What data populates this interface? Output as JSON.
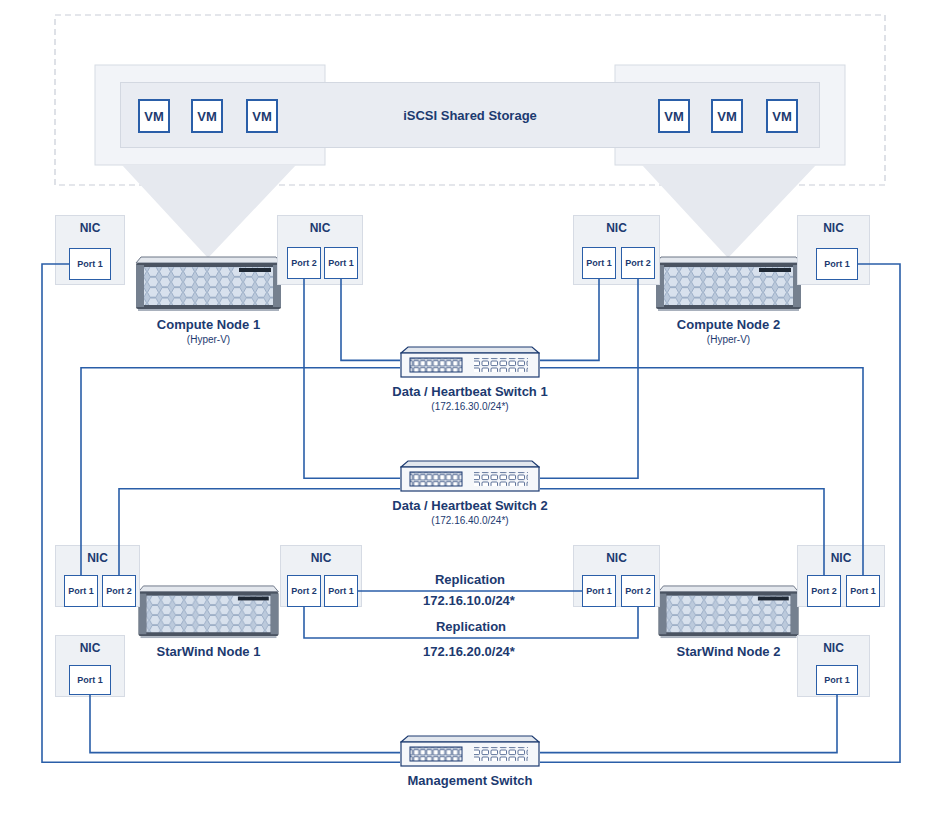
{
  "diagram": {
    "nodes": [
      {
        "text": [
          "iSCSI Shared Storage"
        ]
      },
      {
        "text": [
          "VM"
        ],
        "in": 0
      },
      {
        "text": [
          "VM"
        ],
        "in": 0
      },
      {
        "text": [
          "VM"
        ],
        "in": 0
      },
      {
        "text": [
          "VM"
        ],
        "in": 0
      },
      {
        "text": [
          "VM"
        ],
        "in": 0
      },
      {
        "text": [
          "VM"
        ],
        "in": 0
      },
      {
        "text": [
          "NIC"
        ]
      },
      {
        "text": [
          "Port 1"
        ],
        "in": 7
      },
      {
        "text": [
          "Compute Node 1",
          "(Hyper-V)"
        ]
      },
      {
        "text": [
          "NIC"
        ]
      },
      {
        "text": [
          "Port 2"
        ],
        "in": 10
      },
      {
        "text": [
          "Port 1"
        ],
        "in": 10
      },
      {
        "text": [
          "NIC"
        ]
      },
      {
        "text": [
          "Port 1"
        ],
        "in": 13
      },
      {
        "text": [
          "Port 2"
        ],
        "in": 13
      },
      {
        "text": [
          "Compute Node 2",
          "(Hyper-V)"
        ]
      },
      {
        "text": [
          "NIC"
        ]
      },
      {
        "text": [
          "Port 1"
        ],
        "in": 17
      },
      {
        "text": [
          "Data / Heartbeat Switch 1",
          "(172.16.30.0/24*)"
        ]
      },
      {
        "text": [
          "Data / Heartbeat Switch 2",
          "(172.16.40.0/24*)"
        ]
      },
      {
        "text": [
          "NIC"
        ]
      },
      {
        "text": [
          "Port 1"
        ],
        "in": 21
      },
      {
        "text": [
          "Port 2"
        ],
        "in": 21
      },
      {
        "text": [
          "NIC"
        ]
      },
      {
        "text": [
          "Port 2"
        ],
        "in": 24
      },
      {
        "text": [
          "Port 1"
        ],
        "in": 24
      },
      {
        "text": [
          "NIC"
        ]
      },
      {
        "text": [
          "Port 1"
        ],
        "in": 27
      },
      {
        "text": [
          "Port 2"
        ],
        "in": 27
      },
      {
        "text": [
          "NIC"
        ]
      },
      {
        "text": [
          "Port 2"
        ],
        "in": 30
      },
      {
        "text": [
          "Port 1"
        ],
        "in": 30
      },
      {
        "text": [
          "StarWind Node 1"
        ]
      },
      {
        "text": [
          "NIC"
        ]
      },
      {
        "text": [
          "Port 1"
        ],
        "in": 34
      },
      {
        "text": [
          "StarWind Node 2"
        ]
      },
      {
        "text": [
          "NIC"
        ]
      },
      {
        "text": [
          "Port 1"
        ],
        "in": 37
      },
      {
        "text": [
          "Management Switch"
        ]
      }
    ],
    "edges": [
      {
        "from": 8,
        "to": 39,
        "arrow": "none"
      },
      {
        "from": 12,
        "to": 19,
        "arrow": "none"
      },
      {
        "from": 11,
        "to": 20,
        "arrow": "none"
      },
      {
        "from": 14,
        "to": 19,
        "arrow": "none"
      },
      {
        "from": 15,
        "to": 20,
        "arrow": "none"
      },
      {
        "from": 18,
        "to": 39,
        "arrow": "none"
      },
      {
        "from": 22,
        "to": 19,
        "arrow": "none"
      },
      {
        "from": 32,
        "to": 19,
        "arrow": "none"
      },
      {
        "from": 23,
        "to": 20,
        "arrow": "none"
      },
      {
        "from": 31,
        "to": 20,
        "arrow": "none"
      },
      {
        "from": 26,
        "to": 28,
        "label": "Replication",
        "arrow": "none"
      },
      {
        "from": 25,
        "to": 29,
        "label": "Replication",
        "arrow": "none"
      },
      {
        "from": 35,
        "to": 39,
        "arrow": "none"
      },
      {
        "from": 38,
        "to": 39,
        "arrow": "none"
      }
    ],
    "labels": [
      "172.16.10.0/24*",
      "172.16.20.0/24*"
    ]
  }
}
